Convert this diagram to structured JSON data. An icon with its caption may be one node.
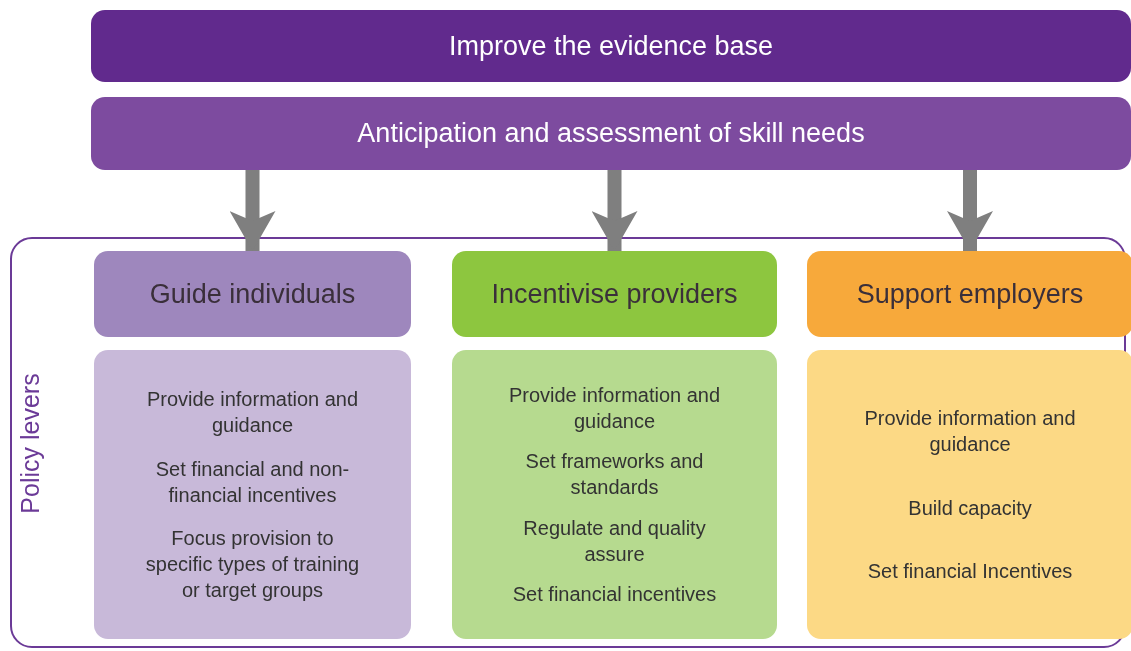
{
  "diagram": {
    "nodes": [
      {
        "text": [
          "Improve the evidence base"
        ]
      },
      {
        "text": [
          "Anticipation and assessment of skill needs"
        ]
      },
      {
        "text": [
          "Policy levers"
        ]
      },
      {
        "text": [
          "Guide individuals"
        ],
        "in": 2
      },
      {
        "text": [
          "Provide information and guidance",
          "Set financial and non-financial incentives",
          "Focus provision to specific types of training or target groups"
        ],
        "in": 2
      },
      {
        "text": [
          "Incentivise providers"
        ],
        "in": 2
      },
      {
        "text": [
          "Provide information and guidance",
          "Set frameworks and standards",
          "Regulate and quality assure",
          "Set financial incentives"
        ],
        "in": 2
      },
      {
        "text": [
          "Support employers"
        ],
        "in": 2
      },
      {
        "text": [
          "Provide information and guidance",
          "Build capacity",
          "Set financial Incentives"
        ],
        "in": 2
      }
    ],
    "edges": [
      {
        "from": 1,
        "to": 3,
        "arrow": "to"
      },
      {
        "from": 1,
        "to": 5,
        "arrow": "to"
      },
      {
        "from": 1,
        "to": 7,
        "arrow": "to"
      }
    ]
  }
}
